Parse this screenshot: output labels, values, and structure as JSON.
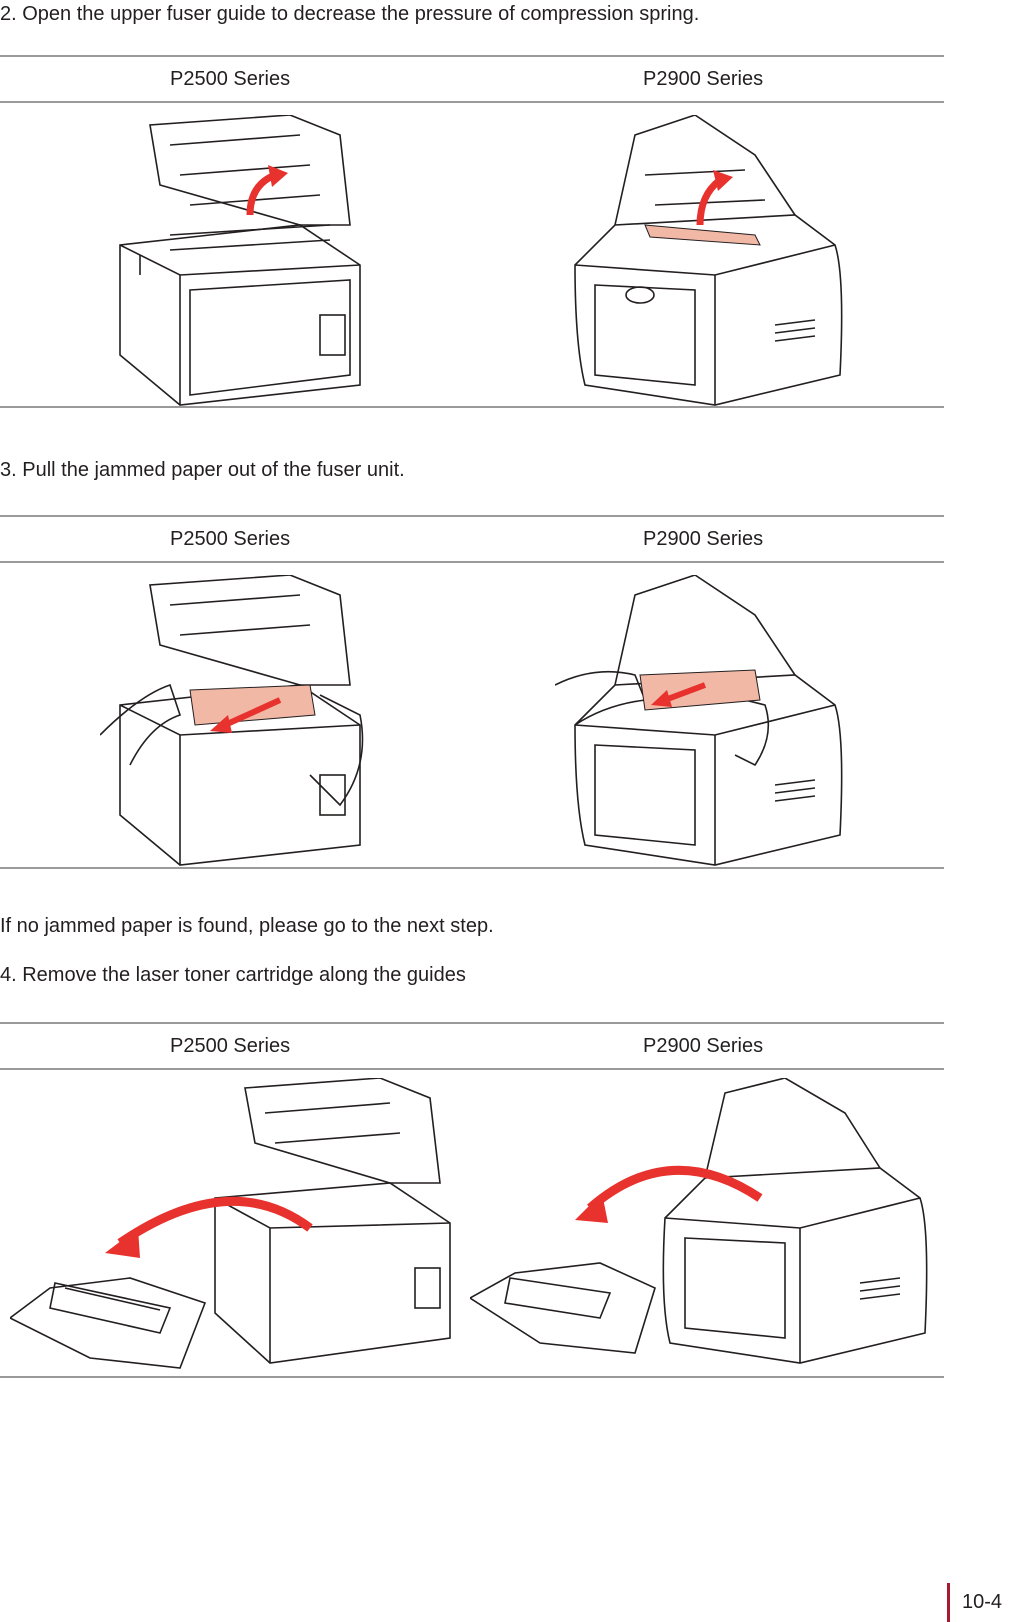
{
  "steps": {
    "step2": "2. Open the upper fuser guide to decrease the pressure of compression spring.",
    "step3": "3. Pull the jammed paper out of the fuser unit.",
    "note": "If no jammed paper is found, please go to the next step.",
    "step4": "4. Remove the laser toner cartridge along the guides"
  },
  "tables": [
    {
      "left_header": "P2500 Series",
      "right_header": "P2900 Series"
    },
    {
      "left_header": "P2500 Series",
      "right_header": "P2900 Series"
    },
    {
      "left_header": "P2500 Series",
      "right_header": "P2900 Series"
    }
  ],
  "page_number": "10-4",
  "colors": {
    "text": "#231f20",
    "rule": "#9a9a9a",
    "arrow_red": "#e8322e",
    "paper_pink": "#f2b8a6",
    "page_marker": "#a6192e"
  }
}
